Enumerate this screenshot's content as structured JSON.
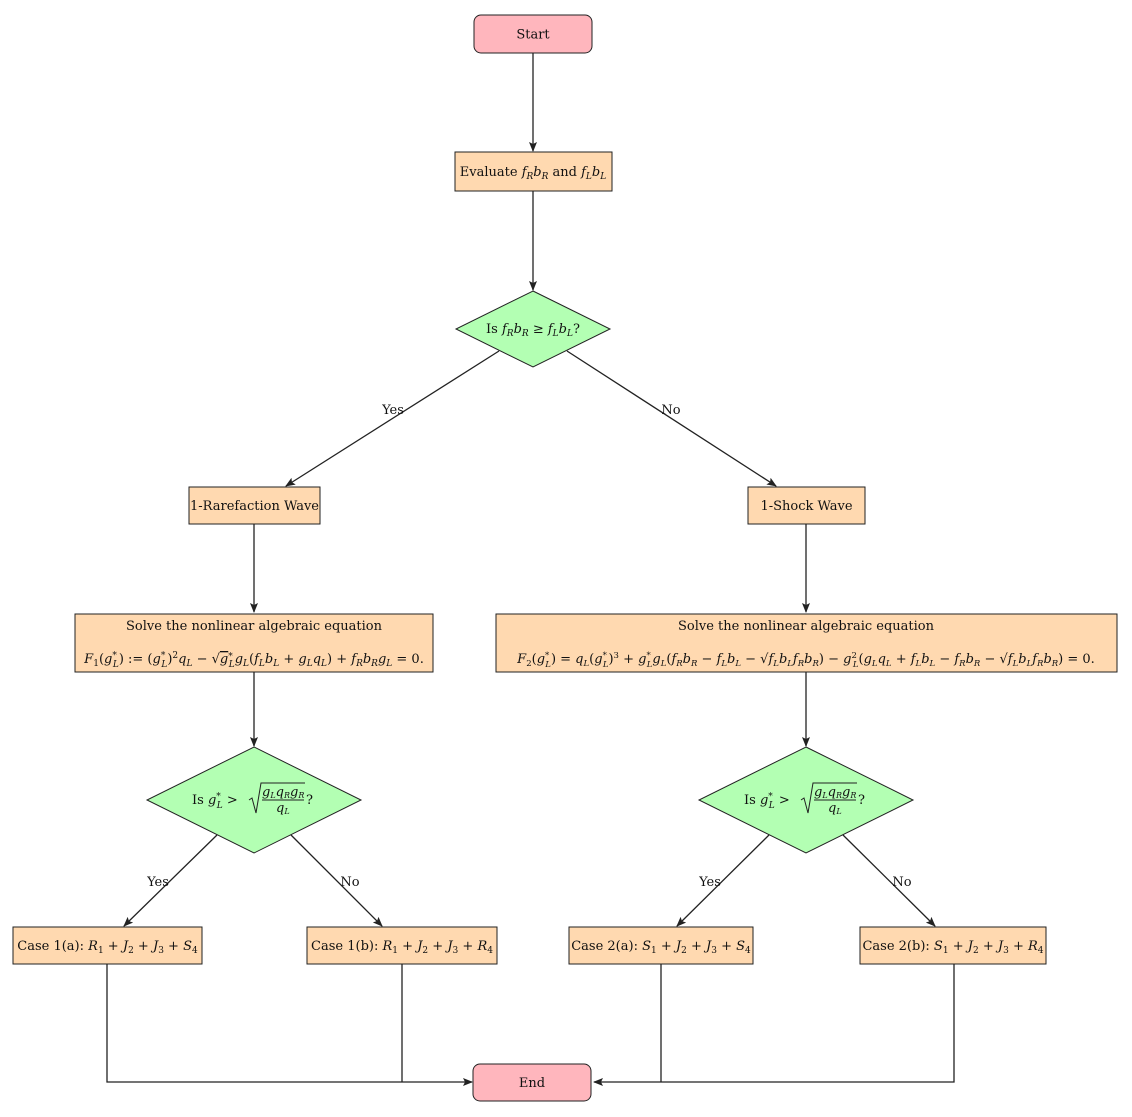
{
  "colors": {
    "terminal_fill": "#ffb6bd",
    "process_fill": "#ffd9b0",
    "decision_fill": "#b3ffb3",
    "stroke": "#222222"
  },
  "nodes": {
    "start": "Start",
    "evaluate": "Evaluate f_R b_R and f_L b_L",
    "decision_main": "Is f_R b_R ≥ f_L b_L?",
    "rarefaction": "1-Rarefaction Wave",
    "shock": "1-Shock Wave",
    "solve_left_title": "Solve the nonlinear algebraic equation",
    "solve_left_eq": "F1(g*_L) := (g*_L)² q_L − √(g*_L g_L) (f_L b_L + g_L q_L) + f_R b_R g_L = 0.",
    "solve_right_title": "Solve the nonlinear algebraic equation",
    "solve_right_eq": "F2(g*_L) = q_L (g*_L)³ + g*_L g_L (f_R b_R − f_L b_L − √(f_L b_L f_R b_R)) − g_L² (g_L q_L + f_L b_L − f_R b_R − √(f_L b_L f_R b_R)) = 0.",
    "decision_left": "Is g*_L > √(g_L q_R g_R / q_L)?",
    "decision_right": "Is g*_L > √(g_L q_R g_R / q_L)?",
    "case1a": "Case 1(a): R1 + J2 + J3 + S4",
    "case1b": "Case 1(b): R1 + J2 + J3 + R4",
    "case2a": "Case 2(a): S1 + J2 + J3 + S4",
    "case2b": "Case 2(b): S1 + J2 + J3 + R4",
    "end": "End"
  },
  "edge_labels": {
    "yes_main": "Yes",
    "no_main": "No",
    "yes_left": "Yes",
    "no_left": "No",
    "yes_right": "Yes",
    "no_right": "No"
  }
}
